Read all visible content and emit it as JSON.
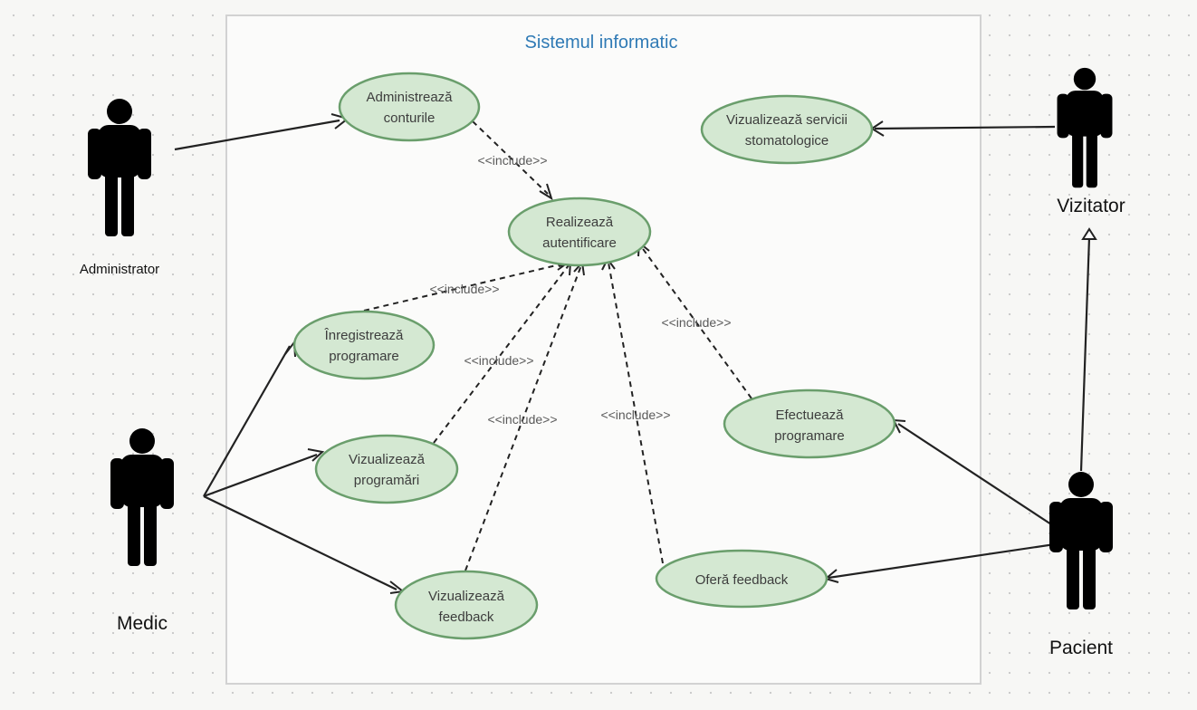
{
  "system": {
    "title": "Sistemul informatic"
  },
  "actors": {
    "administrator": "Administrator",
    "medic": "Medic",
    "vizitator": "Vizitator",
    "pacient": "Pacient"
  },
  "use_cases": {
    "administreaza_conturile": [
      "Administrează",
      "conturile"
    ],
    "vizualizeaza_servicii": [
      "Vizualizează servicii",
      "stomatologice"
    ],
    "realizeaza_autentificare": [
      "Realizează",
      "autentificare"
    ],
    "inregistreaza_programare": [
      "Înregistrează",
      "programare"
    ],
    "vizualizeaza_programari": [
      "Vizualizează",
      "programări"
    ],
    "vizualizeaza_feedback": [
      "Vizualizează",
      "feedback"
    ],
    "efectueaza_programare": [
      "Efectuează",
      "programare"
    ],
    "ofera_feedback": [
      "Oferă feedback"
    ]
  },
  "relations": {
    "include_label": "<<include>>"
  },
  "colors": {
    "usecase_fill": "#d4e8d2",
    "usecase_stroke": "#6a9e6c",
    "title": "#2f7ab5"
  }
}
